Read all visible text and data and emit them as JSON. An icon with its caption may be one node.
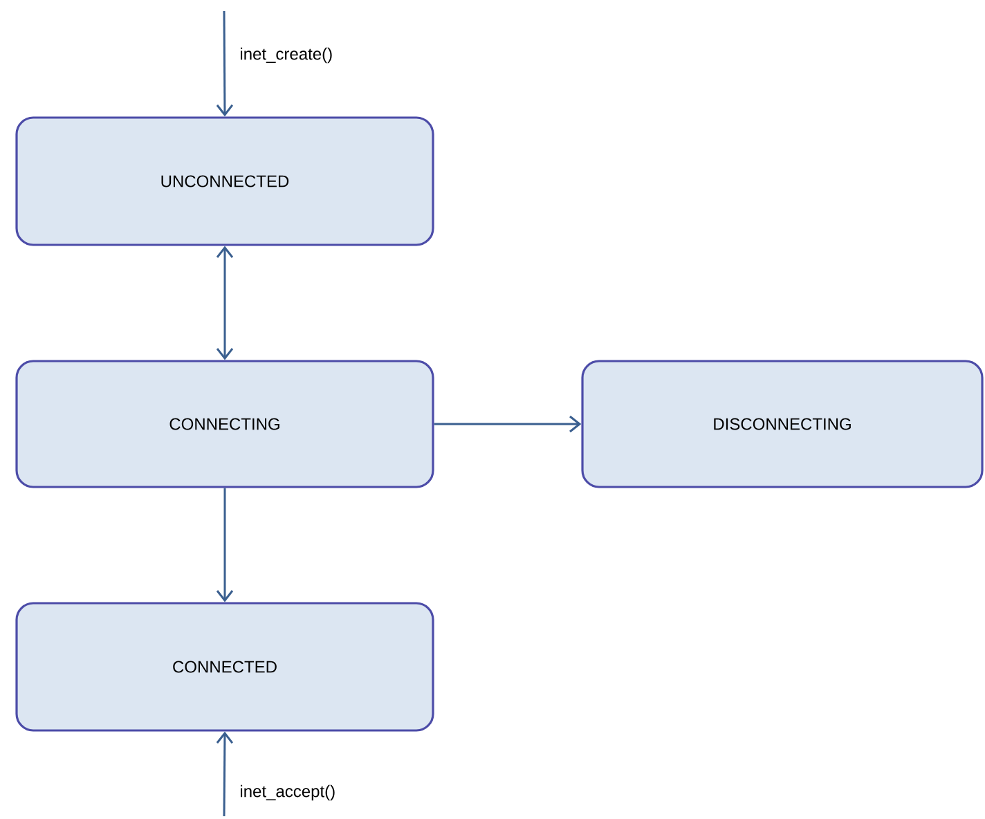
{
  "diagram": {
    "nodes": [
      {
        "text": [
          "UNCONNECTED"
        ]
      },
      {
        "text": [
          "CONNECTING"
        ]
      },
      {
        "text": [
          "DISCONNECTING"
        ]
      },
      {
        "text": [
          "CONNECTED"
        ]
      }
    ],
    "edges": [
      {
        "from": null,
        "to": 0,
        "arrow": "to",
        "label": "inet_create()"
      },
      {
        "from": 0,
        "to": 1,
        "arrow": "both"
      },
      {
        "from": 1,
        "to": 2,
        "arrow": "to"
      },
      {
        "from": 1,
        "to": 3,
        "arrow": "to"
      },
      {
        "from": null,
        "to": 3,
        "arrow": "to",
        "label": "inet_accept()"
      }
    ]
  }
}
